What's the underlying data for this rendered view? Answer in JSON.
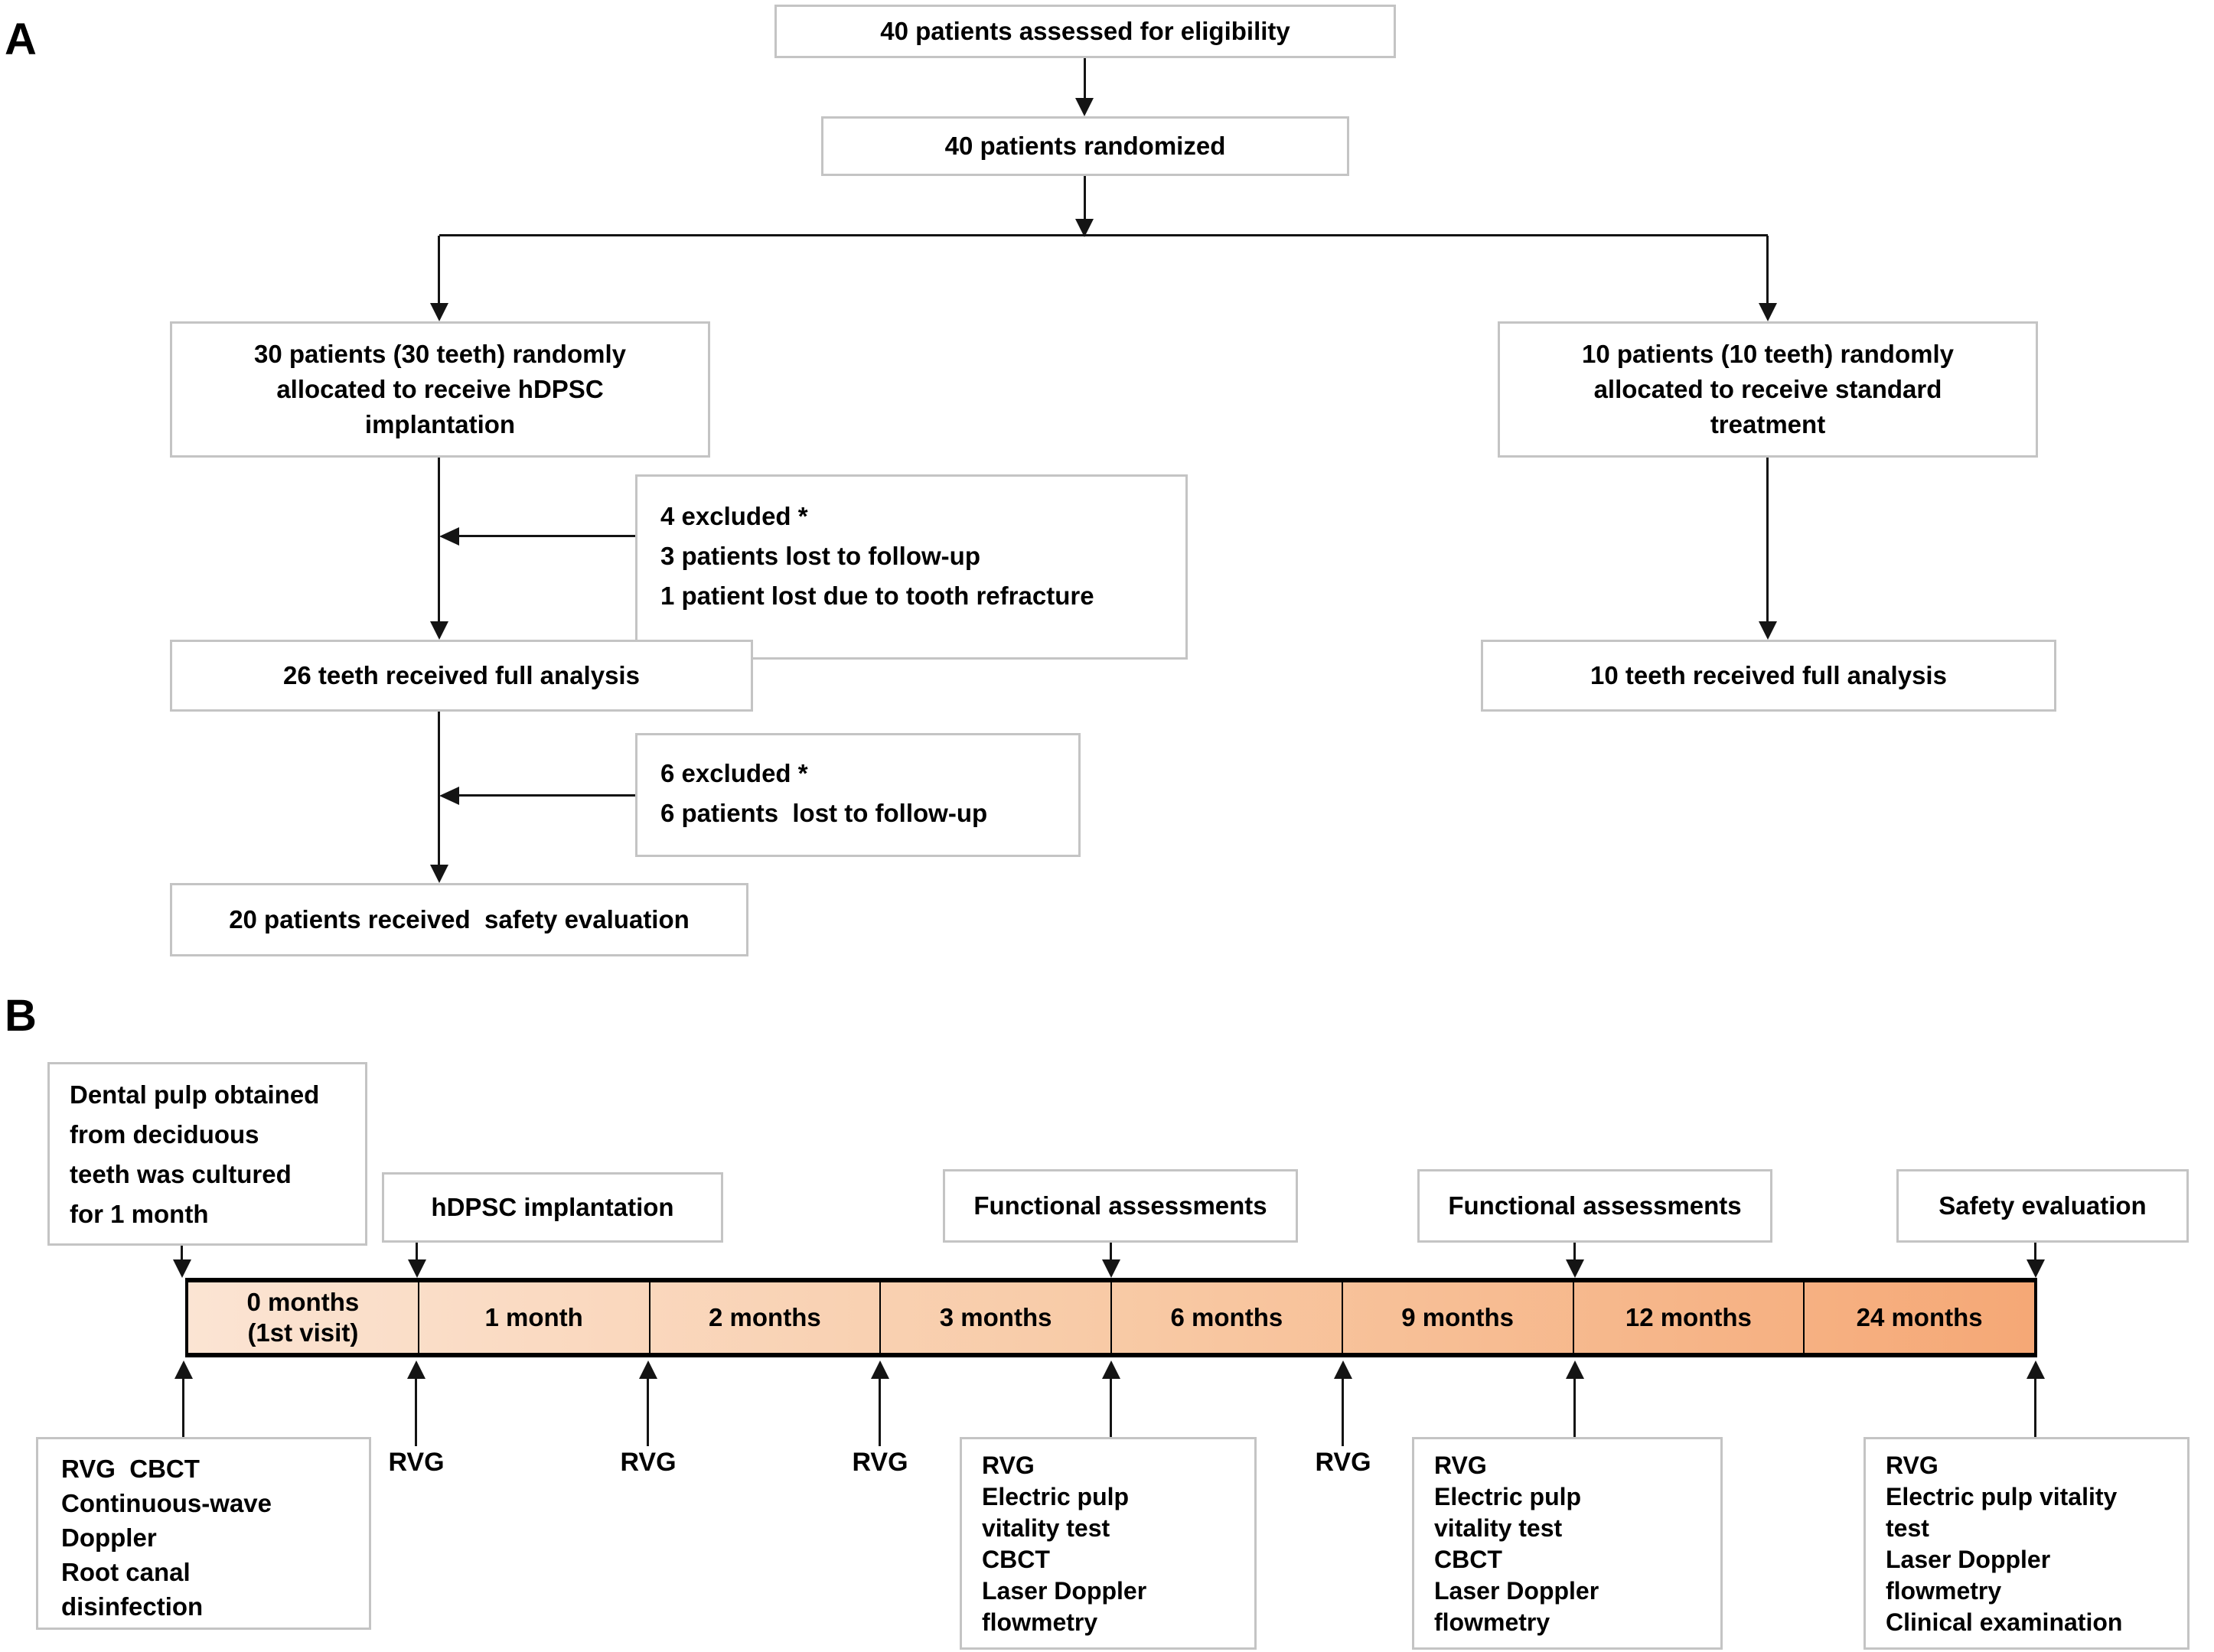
{
  "panel_a": {
    "label": "A",
    "boxes": {
      "eligibility": "40 patients assessed for eligibility",
      "randomized": "40 patients randomized",
      "hdpsc_arm": [
        "30 patients (30 teeth) randomly",
        "allocated to receive hDPSC",
        "implantation"
      ],
      "standard_arm": [
        "10 patients (10 teeth) randomly",
        "allocated to receive standard",
        "treatment"
      ],
      "excluded4": [
        "4 excluded *",
        "3 patients lost to follow-up",
        "1 patient lost due to tooth refracture"
      ],
      "teeth26": "26 teeth received full analysis",
      "excluded6": [
        "6 excluded *",
        "6 patients  lost to follow-up"
      ],
      "safety20": "20 patients received  safety evaluation",
      "teeth10": "10 teeth received full analysis"
    }
  },
  "panel_b": {
    "label": "B",
    "top_boxes": {
      "dental_pulp": [
        "Dental pulp obtained",
        "from deciduous",
        "teeth was cultured",
        "for 1 month"
      ],
      "implantation": "hDPSC implantation",
      "functional_1": "Functional assessments",
      "functional_2": "Functional assessments",
      "safety": "Safety evaluation"
    },
    "timeline": {
      "cells": [
        [
          "0 months",
          "(1st visit)"
        ],
        [
          "1 month"
        ],
        [
          "2 months"
        ],
        [
          "3 months"
        ],
        [
          "6 months"
        ],
        [
          "9 months"
        ],
        [
          "12 months"
        ],
        [
          "24 months"
        ]
      ],
      "bar_colors": {
        "start": "#fbe4d3",
        "mid": "#f8c9a4",
        "end": "#f5a876",
        "border": "#000000"
      }
    },
    "bottom": {
      "box_0m": [
        "RVG  CBCT",
        "Continuous-wave",
        "Doppler",
        "Root canal",
        "disinfection"
      ],
      "rvg_1m": "RVG",
      "rvg_2m": "RVG",
      "rvg_3m": "RVG",
      "box_6m": [
        "RVG",
        "Electric pulp",
        "vitality test",
        "CBCT",
        "Laser Doppler",
        "flowmetry"
      ],
      "rvg_9m": "RVG",
      "box_12m": [
        "RVG",
        "Electric pulp",
        "vitality test",
        "CBCT",
        "Laser Doppler",
        "flowmetry"
      ],
      "box_24m": [
        "RVG",
        "Electric pulp vitality",
        "test",
        "Laser Doppler",
        "flowmetry",
        "Clinical examination"
      ]
    },
    "style": {
      "box_border": "#c4c4c4",
      "line": "#141414",
      "text": "#000000"
    }
  }
}
